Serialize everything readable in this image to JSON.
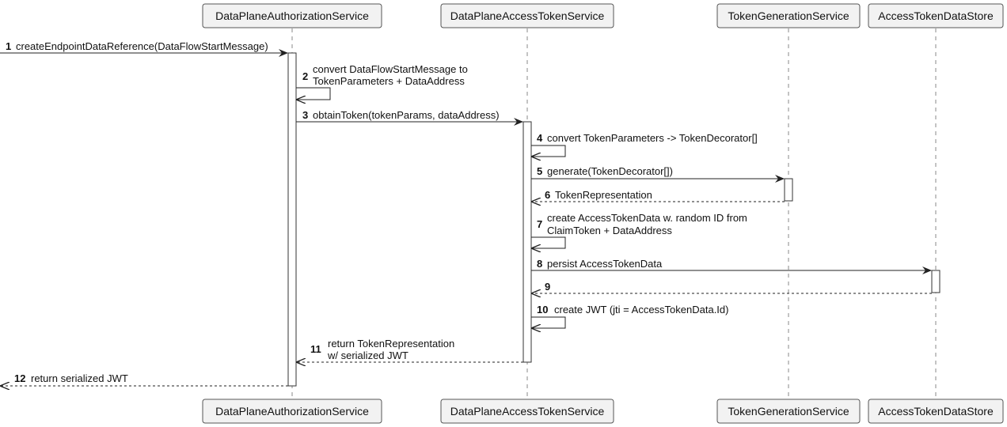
{
  "participants": [
    {
      "name": "DataPlaneAuthorizationService"
    },
    {
      "name": "DataPlaneAccessTokenService"
    },
    {
      "name": "TokenGenerationService"
    },
    {
      "name": "AccessTokenDataStore"
    }
  ],
  "messages": [
    {
      "num": "1",
      "from": "external",
      "to": "DataPlaneAuthorizationService",
      "style": "solid",
      "lines": [
        "createEndpointDataReference(DataFlowStartMessage)"
      ]
    },
    {
      "num": "2",
      "from": "DataPlaneAuthorizationService",
      "to": "DataPlaneAuthorizationService",
      "style": "self",
      "lines": [
        "convert DataFlowStartMessage to",
        "TokenParameters + DataAddress"
      ]
    },
    {
      "num": "3",
      "from": "DataPlaneAuthorizationService",
      "to": "DataPlaneAccessTokenService",
      "style": "solid",
      "lines": [
        "obtainToken(tokenParams, dataAddress)"
      ]
    },
    {
      "num": "4",
      "from": "DataPlaneAccessTokenService",
      "to": "DataPlaneAccessTokenService",
      "style": "self",
      "lines": [
        "convert TokenParameters -> TokenDecorator[]"
      ]
    },
    {
      "num": "5",
      "from": "DataPlaneAccessTokenService",
      "to": "TokenGenerationService",
      "style": "solid",
      "lines": [
        "generate(TokenDecorator[])"
      ]
    },
    {
      "num": "6",
      "from": "TokenGenerationService",
      "to": "DataPlaneAccessTokenService",
      "style": "dashed",
      "lines": [
        "TokenRepresentation"
      ]
    },
    {
      "num": "7",
      "from": "DataPlaneAccessTokenService",
      "to": "DataPlaneAccessTokenService",
      "style": "self",
      "lines": [
        "create AccessTokenData w. random ID from",
        "ClaimToken + DataAddress"
      ]
    },
    {
      "num": "8",
      "from": "DataPlaneAccessTokenService",
      "to": "AccessTokenDataStore",
      "style": "solid",
      "lines": [
        "persist AccessTokenData"
      ]
    },
    {
      "num": "9",
      "from": "AccessTokenDataStore",
      "to": "DataPlaneAccessTokenService",
      "style": "dashed",
      "lines": []
    },
    {
      "num": "10",
      "from": "DataPlaneAccessTokenService",
      "to": "DataPlaneAccessTokenService",
      "style": "self",
      "lines": [
        "create JWT (jti = AccessTokenData.Id)"
      ]
    },
    {
      "num": "11",
      "from": "DataPlaneAccessTokenService",
      "to": "DataPlaneAuthorizationService",
      "style": "dashed",
      "lines": [
        "return TokenRepresentation",
        "w/ serialized JWT"
      ]
    },
    {
      "num": "12",
      "from": "DataPlaneAuthorizationService",
      "to": "external",
      "style": "dashed",
      "lines": [
        "return serialized JWT"
      ]
    }
  ]
}
